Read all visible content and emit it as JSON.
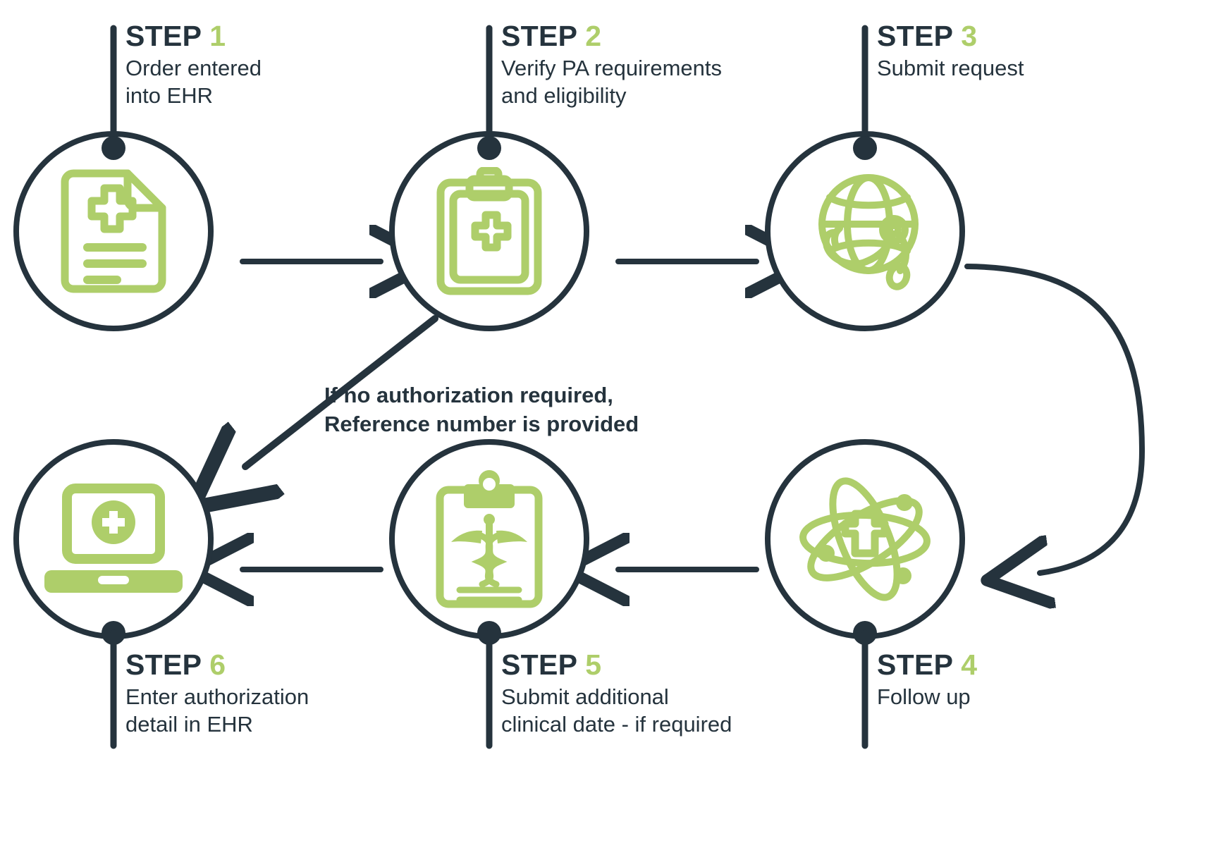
{
  "theme": {
    "dark": "#25333d",
    "green": "#aece6a",
    "background": "#ffffff"
  },
  "diagram": {
    "type": "process-flow",
    "orientation": "serpentine",
    "step_count": 6
  },
  "steps": [
    {
      "id": 1,
      "title_word": "STEP",
      "number": "1",
      "description": "Order entered\ninto EHR",
      "icon": "medical-document-icon",
      "stem": "top",
      "position": "top-left"
    },
    {
      "id": 2,
      "title_word": "STEP",
      "number": "2",
      "description": "Verify PA requirements\nand eligibility",
      "icon": "medical-clipboard-icon",
      "stem": "top",
      "position": "top-center"
    },
    {
      "id": 3,
      "title_word": "STEP",
      "number": "3",
      "description": "Submit request",
      "icon": "globe-stethoscope-icon",
      "stem": "top",
      "position": "top-right"
    },
    {
      "id": 4,
      "title_word": "STEP",
      "number": "4",
      "description": "Follow up",
      "icon": "atom-medical-icon",
      "stem": "bottom",
      "position": "bottom-right"
    },
    {
      "id": 5,
      "title_word": "STEP",
      "number": "5",
      "description": "Submit additional\nclinical date - if required",
      "icon": "caduceus-clipboard-icon",
      "stem": "bottom",
      "position": "bottom-center"
    },
    {
      "id": 6,
      "title_word": "STEP",
      "number": "6",
      "description": "Enter authorization\ndetail in EHR",
      "icon": "laptop-medical-icon",
      "stem": "bottom",
      "position": "bottom-left"
    }
  ],
  "annotations": [
    {
      "id": "no-auth-note",
      "text": "If no authorization required,\nReference number is provided",
      "from_step": 2,
      "to_step": 6
    }
  ],
  "connectors": [
    {
      "from": 1,
      "to": 2,
      "style": "straight-arrow-right"
    },
    {
      "from": 2,
      "to": 3,
      "style": "straight-arrow-right"
    },
    {
      "from": 3,
      "to": 4,
      "style": "curved-arrow-down"
    },
    {
      "from": 4,
      "to": 5,
      "style": "straight-arrow-left"
    },
    {
      "from": 5,
      "to": 6,
      "style": "straight-arrow-left"
    },
    {
      "from": 2,
      "to": 6,
      "style": "diagonal-arrow-down-left"
    }
  ]
}
